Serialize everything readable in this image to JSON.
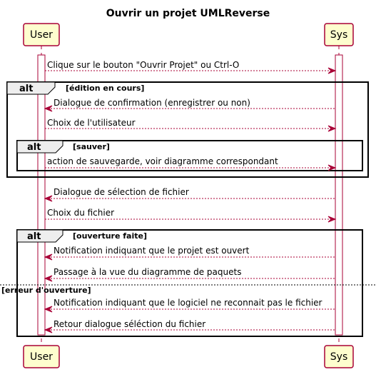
{
  "title": "Ouvrir un projet UMLReverse",
  "participants": {
    "user": "User",
    "sys": "Sys"
  },
  "messages": [
    "Clique sur le bouton \"Ouvrir Projet\" ou Ctrl-O",
    "Dialogue de confirmation (enregistrer ou non)",
    "Choix de l'utilisateur",
    "action de sauvegarde, voir diagramme correspondant",
    "Dialogue de sélection de fichier",
    "Choix du fichier",
    "Notification indiquant que le projet est ouvert",
    "Passage à la vue du diagramme de paquets",
    "Notification indiquant que le logiciel ne reconnait pas le fichier",
    "Retour dialogue séléction du fichier"
  ],
  "fragments": {
    "alt1": {
      "keyword": "alt",
      "guard": "[édition en cours]"
    },
    "alt2": {
      "keyword": "alt",
      "guard": "[sauver]"
    },
    "alt3": {
      "keyword": "alt",
      "guard": "[ouverture faite]",
      "else_guard": "[erreur d'ouverture]"
    }
  }
}
